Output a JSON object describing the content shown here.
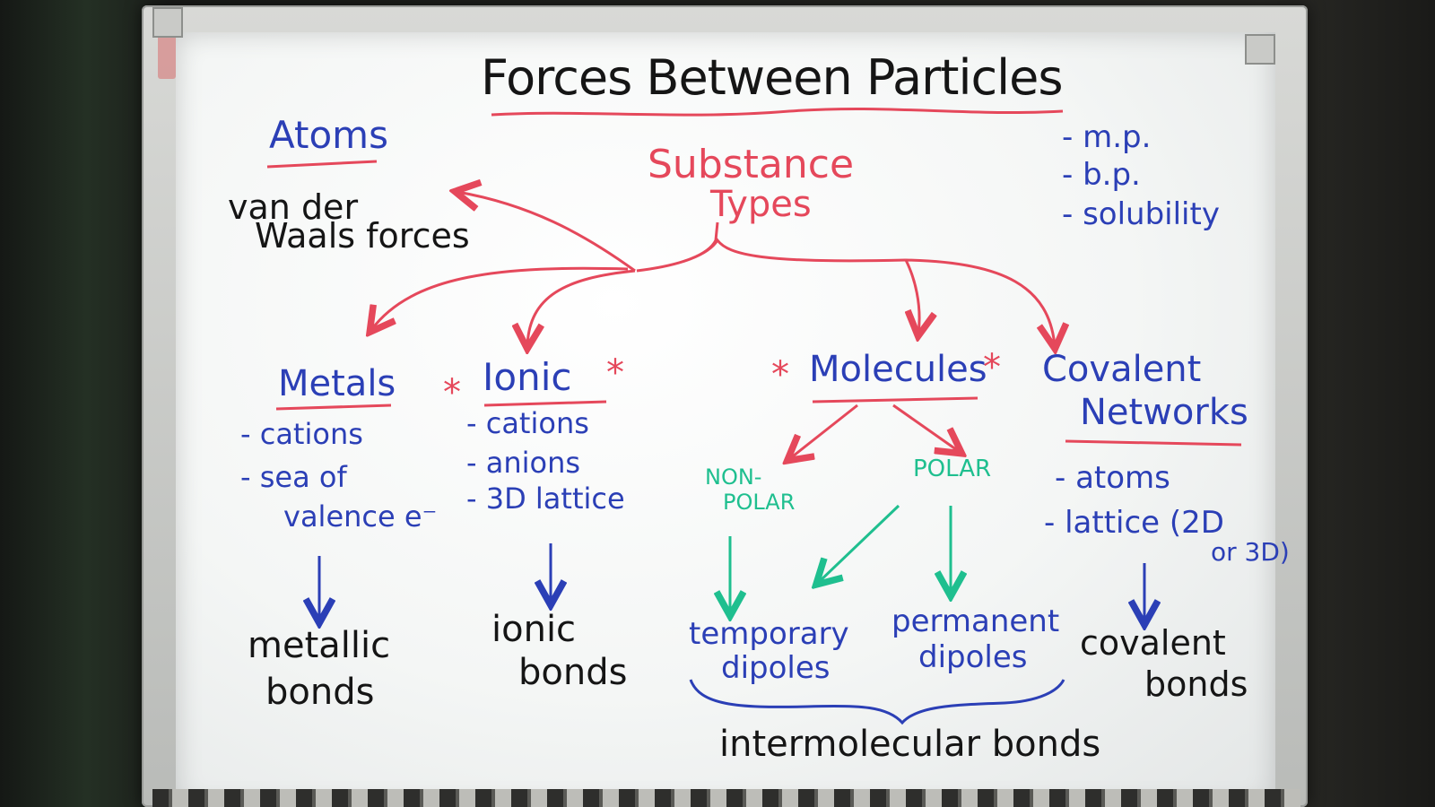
{
  "title": "Forces Between Particles",
  "center_label": [
    "Substance",
    "Types"
  ],
  "atoms": {
    "heading": "Atoms",
    "force": [
      "van der",
      "Waals forces"
    ]
  },
  "properties": [
    "- m.p.",
    "- b.p.",
    "- solubility"
  ],
  "metals": {
    "heading": "Metals",
    "items": [
      "- cations",
      "- sea of",
      "valence e⁻"
    ],
    "bond": [
      "metallic",
      "bonds"
    ]
  },
  "ionic": {
    "heading": "Ionic",
    "star": "*",
    "items": [
      "- cations",
      "- anions",
      "- 3D lattice"
    ],
    "bond": [
      "ionic",
      "bonds"
    ]
  },
  "molecules": {
    "heading": "Molecules",
    "star": "*",
    "nonpolar": [
      "NON-",
      "POLAR"
    ],
    "polar": "POLAR",
    "temporary": [
      "temporary",
      "dipoles"
    ],
    "permanent": [
      "permanent",
      "dipoles"
    ],
    "intermolecular": "intermolecular bonds"
  },
  "covalent": {
    "heading": [
      "Covalent",
      "Networks"
    ],
    "items": [
      "- atoms",
      "- lattice (2D",
      "or 3D)"
    ],
    "bond": [
      "covalent",
      "bonds"
    ]
  },
  "colors": {
    "red": "#e5485b",
    "blue": "#2b3fb6",
    "black": "#151515",
    "green": "#1fbf8f"
  }
}
